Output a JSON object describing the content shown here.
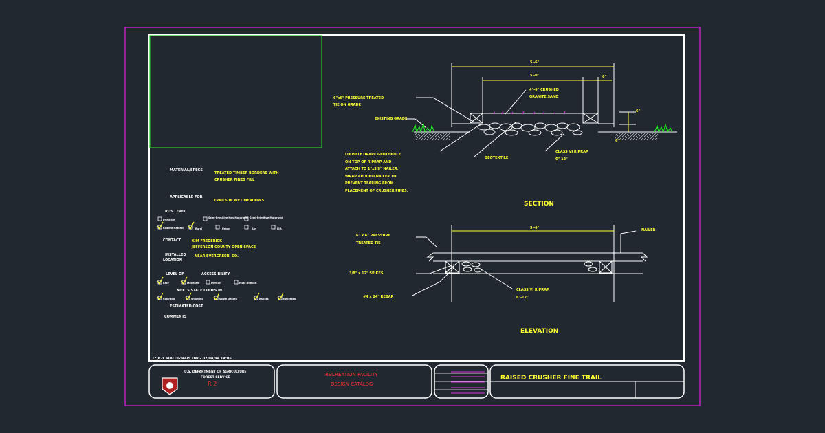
{
  "colors": {
    "background": "#212830",
    "frame": "#c020c0",
    "border": "#ffffff",
    "annotation": "#ffff33",
    "viewport": "#22cc22",
    "title_red": "#ff3030"
  },
  "section": {
    "title": "SECTION",
    "dims": {
      "overall": "5'-6\"",
      "inner": "5'-0\"",
      "edge": "6\"",
      "height": "6\"",
      "depth": "6\""
    },
    "labels": {
      "tie": [
        "6\"x6\" PRESSURE TREATED",
        "TIE ON GRADE"
      ],
      "existing_grade": "EXISTING GRADE",
      "granite": [
        "4\"-6\" CRUSHED",
        "GRANITE SAND"
      ],
      "geotextile": "GEOTEXTILE",
      "riprap": [
        "CLASS VI RIPRAP",
        "6\"-12\""
      ],
      "note": [
        "LOOSELY DRAPE GEOTEXTILE",
        "ON TOP OF RIPRAP AND",
        "ATTACH TO 1\"x3/8\" NAILER,",
        "WRAP AROUND NAILER TO",
        "PREVENT TEARING FROM",
        "PLACEMENT OF CRUSHER FINES."
      ]
    }
  },
  "elevation": {
    "title": "ELEVATION",
    "dim": "5'-6\"",
    "labels": {
      "nailer": "NAILER",
      "tie": [
        "6\" x 6\" PRESSURE",
        "TREATED TIE"
      ],
      "spikes": "3/8\" x 12\" SPIKES",
      "rebar": "#4 x 24\" REBAR",
      "riprap": [
        "CLASS VI RIPRAP,",
        "6\"-12\""
      ]
    }
  },
  "info": {
    "material_label": "MATERIAL/SPECS",
    "material_value": [
      "TREATED TIMBER BORDERS WITH",
      "CRUSHER FINES FILL"
    ],
    "applicable_label": "APPLICABLE FOR",
    "applicable_value": "TRAILS IN WET MEADOWS",
    "ros_label": "ROS LEVEL",
    "ros_options": [
      "Primitive",
      "Semi-Primitive Non-Motorized",
      "Semi-Primitive Motorized",
      "Roaded Natural",
      "Rural",
      "Urban",
      "Any",
      "N/A"
    ],
    "contact_label": "CONTACT",
    "contact_value": [
      "KIM FREDERICK",
      "JEFFERSON COUNTY OPEN SPACE"
    ],
    "installed_label": [
      "INSTALLED",
      "LOCATION"
    ],
    "installed_value": "NEAR EVERGREEN, CO.",
    "level_label": "LEVEL OF",
    "accessibility_label": "ACCESSIBILITY",
    "access_options": [
      "Easy",
      "Moderate",
      "Difficult",
      "Most Difficult"
    ],
    "state_label": "MEETS STATE CODES IN",
    "states": [
      "Colorado",
      "Wyoming",
      "South Dakota",
      "Kansas",
      "Nebraska"
    ],
    "cost_label": "ESTIMATED COST",
    "comments_label": "COMMENTS",
    "file_path": "C:\\R2CATALOG\\RAIS.DWG 02/08/94 14:05"
  },
  "titleblock": {
    "agency": [
      "U.S. DEPARTMENT OF AGRICULTURE",
      "FOREST SERVICE"
    ],
    "region": "R-2",
    "catalog": [
      "RECREATION FACILITY",
      "DESIGN CATALOG"
    ],
    "drawing_title": "RAISED CRUSHER FINE TRAIL"
  }
}
